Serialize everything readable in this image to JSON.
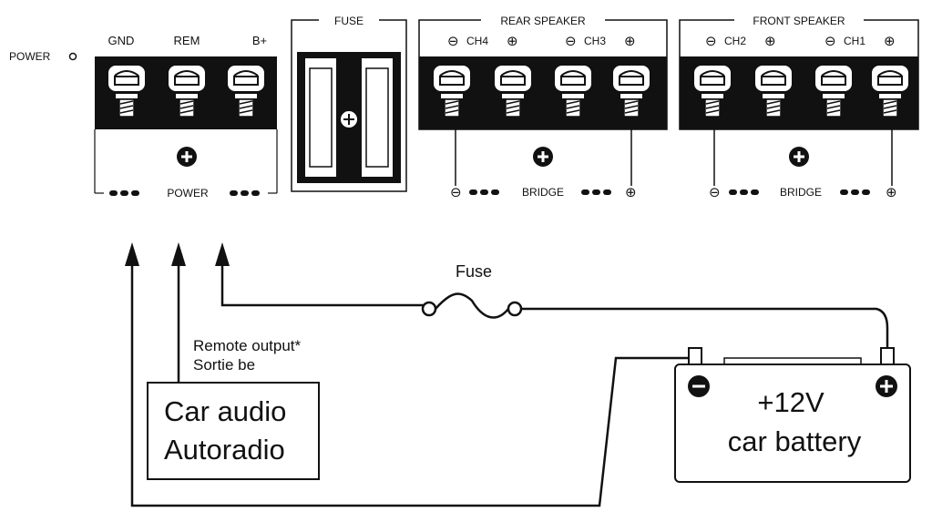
{
  "amp": {
    "power_led": "POWER",
    "power_terms": [
      "GND",
      "REM",
      "B+"
    ],
    "power_group": "POWER",
    "fuse_title": "FUSE",
    "rear_title": "REAR SPEAKER",
    "rear_channels": [
      "CH4",
      "CH3"
    ],
    "front_title": "FRONT SPEAKER",
    "front_channels": [
      "CH2",
      "CH1"
    ],
    "bridge": "BRIDGE",
    "minus": "⊖",
    "plus": "⊕"
  },
  "wiring": {
    "fuse_label": "Fuse",
    "remote_line1": "Remote output*",
    "remote_line2": "Sortie be",
    "head_unit_line1": "Car audio",
    "head_unit_line2": "Autoradio",
    "battery_line1": "+12V",
    "battery_line2": "car battery",
    "battery_neg": "−",
    "battery_pos": "+"
  }
}
